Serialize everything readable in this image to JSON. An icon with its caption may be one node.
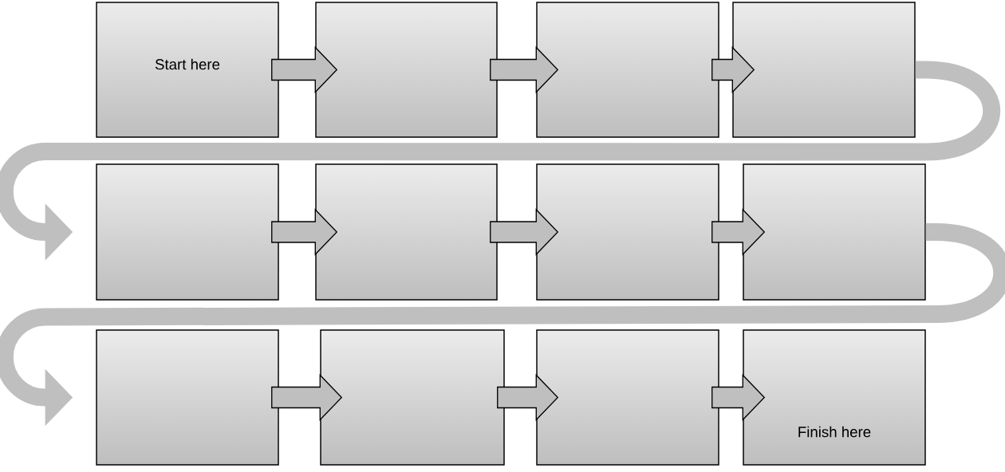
{
  "diagram": {
    "nodes": [
      {
        "text": [
          "Start here"
        ]
      },
      {
        "text": [],
        "shape": "box"
      },
      {
        "text": [],
        "shape": "box"
      },
      {
        "text": [],
        "shape": "box"
      },
      {
        "text": [],
        "shape": "box"
      },
      {
        "text": [],
        "shape": "box"
      },
      {
        "text": [],
        "shape": "box"
      },
      {
        "text": [],
        "shape": "box"
      },
      {
        "text": [],
        "shape": "box"
      },
      {
        "text": [],
        "shape": "box"
      },
      {
        "text": [],
        "shape": "box"
      },
      {
        "text": [
          "Finish here"
        ]
      }
    ],
    "edges": [
      {
        "from": 0,
        "to": 1,
        "arrow": "to"
      },
      {
        "from": 1,
        "to": 2,
        "arrow": "to"
      },
      {
        "from": 2,
        "to": 3,
        "arrow": "to"
      },
      {
        "from": 3,
        "to": 4,
        "arrow": "to"
      },
      {
        "from": 4,
        "to": 5,
        "arrow": "to"
      },
      {
        "from": 5,
        "to": 6,
        "arrow": "to"
      },
      {
        "from": 6,
        "to": 7,
        "arrow": "to"
      },
      {
        "from": 7,
        "to": 8,
        "arrow": "to"
      },
      {
        "from": 8,
        "to": 9,
        "arrow": "to"
      },
      {
        "from": 9,
        "to": 10,
        "arrow": "to"
      },
      {
        "from": 10,
        "to": 11,
        "arrow": "to"
      }
    ]
  }
}
